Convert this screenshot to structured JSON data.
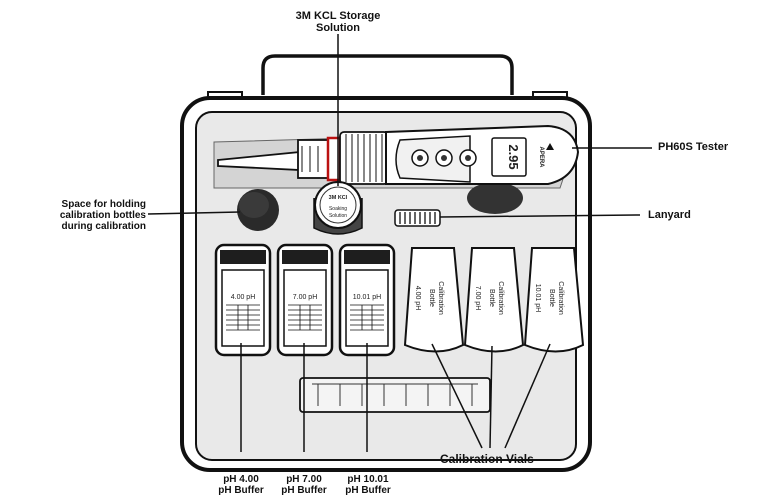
{
  "callouts": {
    "kcl_line1": "3M KCL Storage",
    "kcl_line2": "Solution",
    "tester": "PH60S Tester",
    "space_line1": "Space for holding",
    "space_line2": "calibration bottles",
    "space_line3": "during calibration",
    "lanyard": "Lanyard",
    "vials": "Calibration Vials",
    "buffer1_line1": "pH 4.00",
    "buffer1_line2": "pH Buffer",
    "buffer2_line1": "pH 7.00",
    "buffer2_line2": "pH Buffer",
    "buffer3_line1": "pH 10.01",
    "buffer3_line2": "pH Buffer"
  },
  "kcl_cap": {
    "line1": "3M KCl",
    "line2": "Soaking",
    "line3": "Solution"
  },
  "tester_display": {
    "reading": "2.95",
    "brand": "APERA"
  },
  "buffer_bottles": [
    {
      "label": "4.00 pH"
    },
    {
      "label": "7.00 pH"
    },
    {
      "label": "10.01 pH"
    }
  ],
  "vials": [
    {
      "line1": "Calibration",
      "line2": "Bottle",
      "line3": "4.00 pH"
    },
    {
      "line1": "Calibration",
      "line2": "Bottle",
      "line3": "7.00 pH"
    },
    {
      "line1": "Calibration",
      "line2": "Bottle",
      "line3": "10.01 pH"
    }
  ]
}
